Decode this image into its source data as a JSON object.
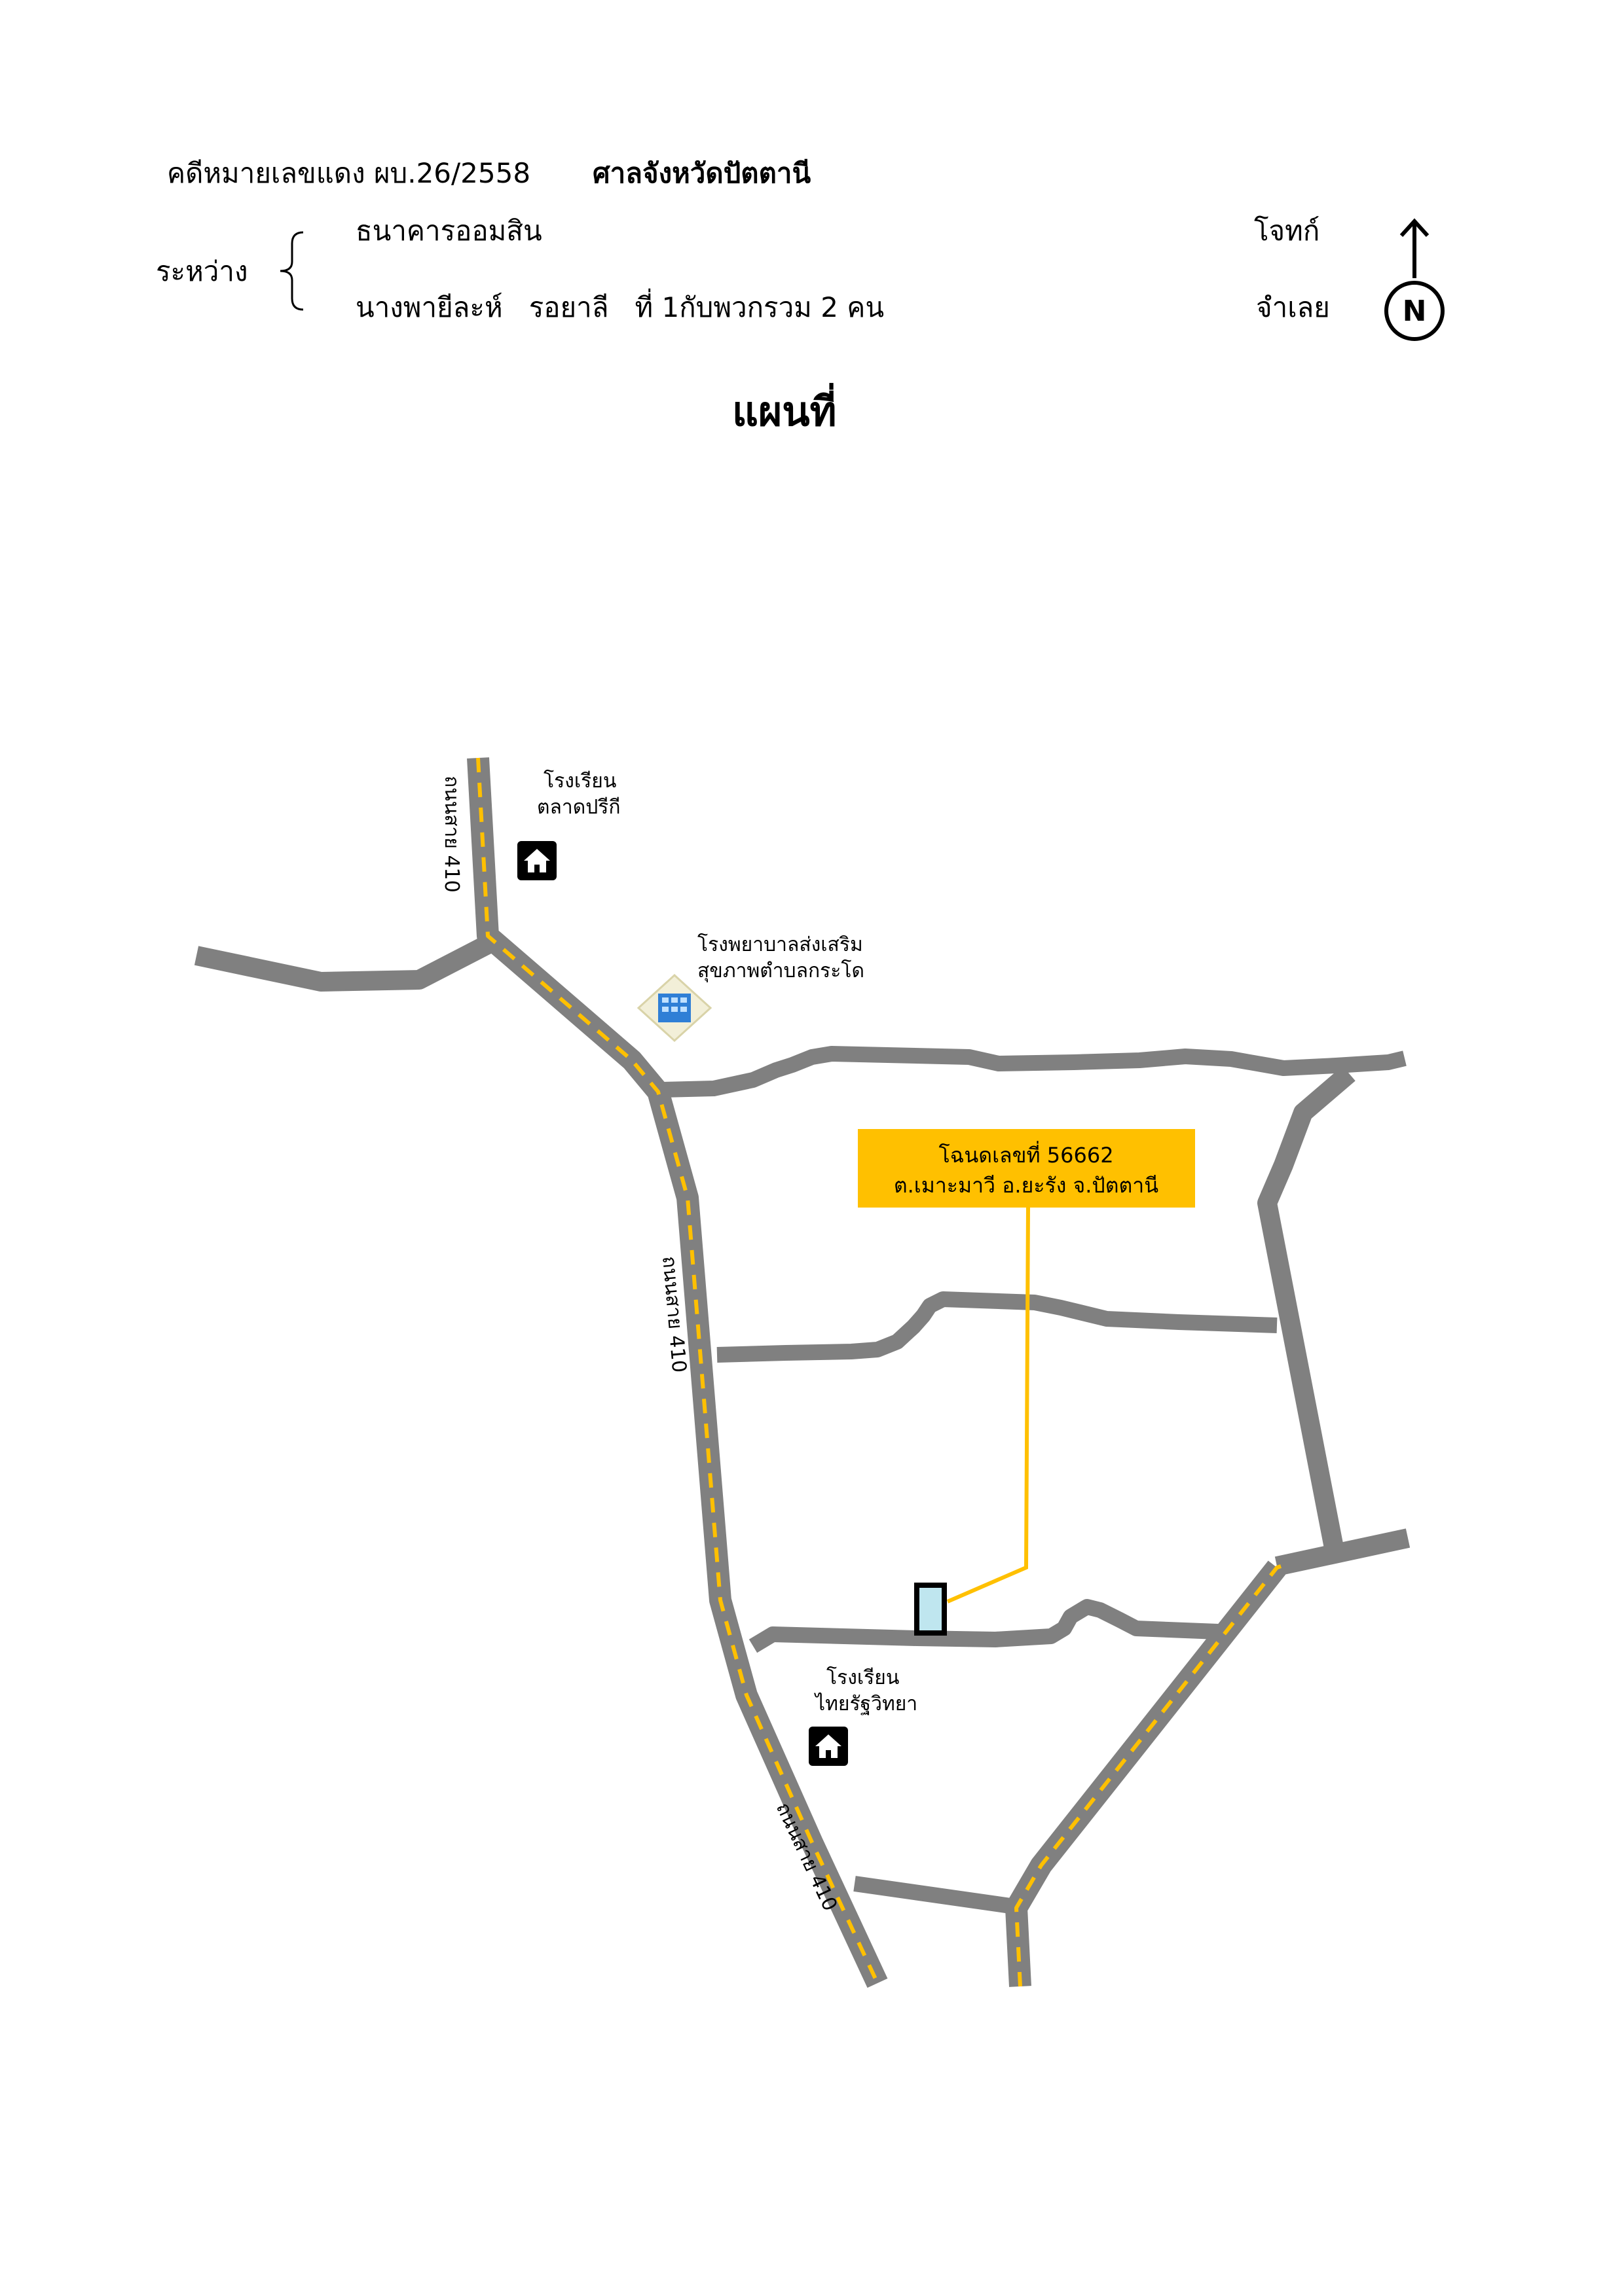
{
  "header": {
    "case_label": "คดีหมายเลขแดง ผบ.26/2558",
    "court": "ศาลจังหวัดปัตตานี",
    "between_label": "ระหว่าง",
    "plaintiff": "ธนาคารออมสิน",
    "plaintiff_role": "โจทก์",
    "defendant": "นางพายีละห์   รอยาลี   ที่ 1กับพวกรวม 2 คน",
    "defendant_role": "จำเลย"
  },
  "compass": {
    "letter": "N",
    "icon": "north-arrow-icon"
  },
  "title": "แผนที่",
  "map": {
    "road_color": "#808080",
    "highway_dash_color": "#ffc000",
    "road_labels": [
      "ถนนสาย 410",
      "ถนนสาย 410",
      "ถนนสาย 410"
    ],
    "landmarks": [
      {
        "icon": "school-icon",
        "label_line1": "โรงเรียน",
        "label_line2": "ตลาดปรีกี"
      },
      {
        "icon": "hospital-icon",
        "label_line1": "โรงพยาบาลส่งเสริม",
        "label_line2": "สุขภาพตำบลกระโด"
      },
      {
        "icon": "school-icon",
        "label_line1": "โรงเรียน",
        "label_line2": "ไทยรัฐวิทยา"
      }
    ],
    "parcel": {
      "icon": "land-parcel-icon",
      "callout_color": "#ffc000",
      "callout_line1": "โฉนดเลขที่ 56662",
      "callout_line2": "ต.เมาะมาวี อ.ยะรัง จ.ปัตตานี"
    }
  }
}
